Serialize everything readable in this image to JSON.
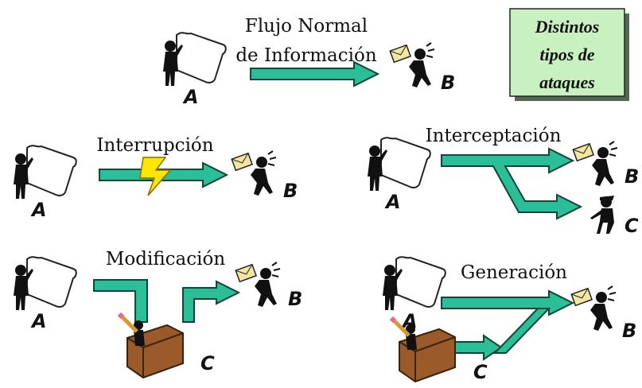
{
  "title_box": {
    "line1": "Distintos",
    "line2": "tipos de",
    "line3": "ataques"
  },
  "normal": {
    "label1": "Flujo Normal",
    "label2": "de Información",
    "sender": "A",
    "receiver": "B"
  },
  "interruption": {
    "label": "Interrupción",
    "sender": "A",
    "receiver": "B"
  },
  "interception": {
    "label": "Interceptación",
    "sender": "A",
    "receiver": "B",
    "interceptor": "C"
  },
  "modification": {
    "label": "Modificación",
    "sender": "A",
    "receiver": "B",
    "attacker": "C"
  },
  "generation": {
    "label": "Generación",
    "sender": "A",
    "receiver": "B",
    "attacker": "C"
  },
  "colors": {
    "arrow": "#2bbf98",
    "box_fill": "#c8f0c0",
    "bolt": "#ffe600"
  }
}
